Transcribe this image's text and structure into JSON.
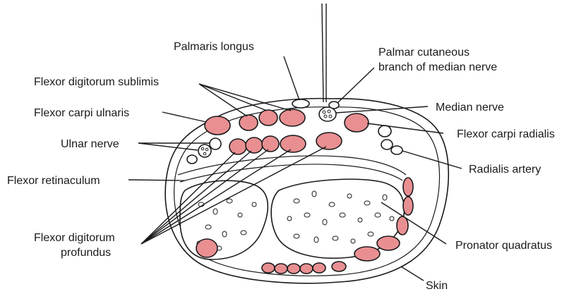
{
  "labels": {
    "palmaris_longus": "Palmaris longus",
    "palmar_cutaneous_1": "Palmar cutaneous",
    "palmar_cutaneous_2": "branch of median nerve",
    "fds": "Flexor digitorum sublimis",
    "fcu": "Flexor carpi ulnaris",
    "median_nerve": "Median nerve",
    "ulnar_nerve": "Ulnar nerve",
    "fcr": "Flexor carpi radialis",
    "radialis_artery": "Radialis artery",
    "flexor_retinaculum": "Flexor retinaculum",
    "fdp_1": "Flexor digitorum",
    "fdp_2": "profundus",
    "pronator_quadratus": "Pronator quadratus",
    "skin": "Skin"
  },
  "colors": {
    "muscle_fill": "#e98f92",
    "line": "#1a1a1a",
    "background": "#ffffff"
  }
}
